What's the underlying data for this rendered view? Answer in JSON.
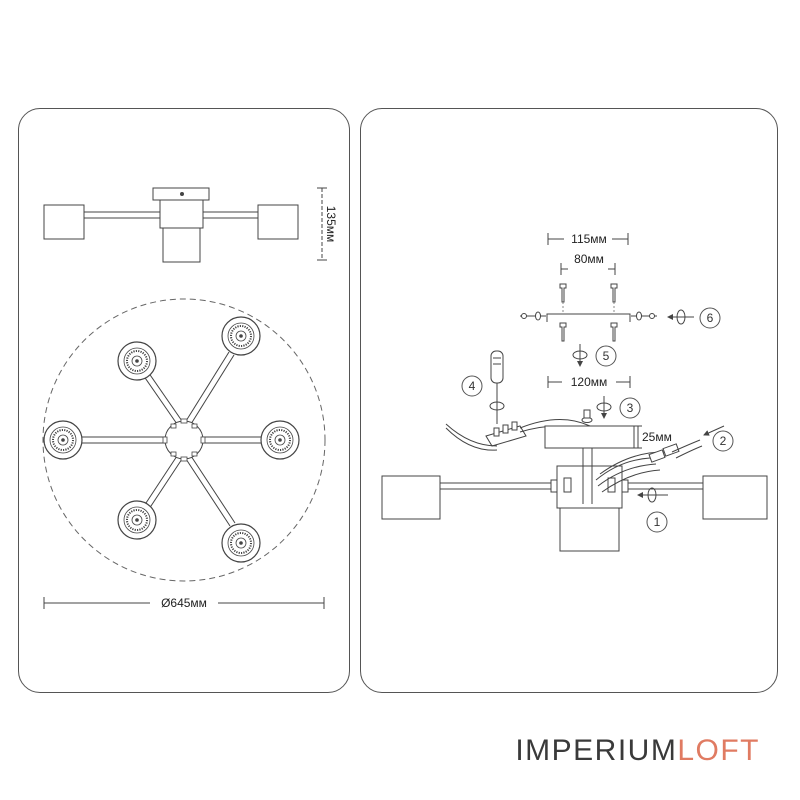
{
  "dimensions": {
    "height_total": "135мм",
    "diameter": "Ø645мм",
    "bracket_outer": "115мм",
    "bracket_inner": "80мм",
    "canopy_width": "120мм",
    "canopy_height": "25мм"
  },
  "steps": [
    "1",
    "2",
    "3",
    "4",
    "5",
    "6"
  ],
  "brand": {
    "part1": "IMPERIUM",
    "part2": "LOFT",
    "part1_color": "#3a3a3a",
    "part2_color": "#e07b62"
  }
}
